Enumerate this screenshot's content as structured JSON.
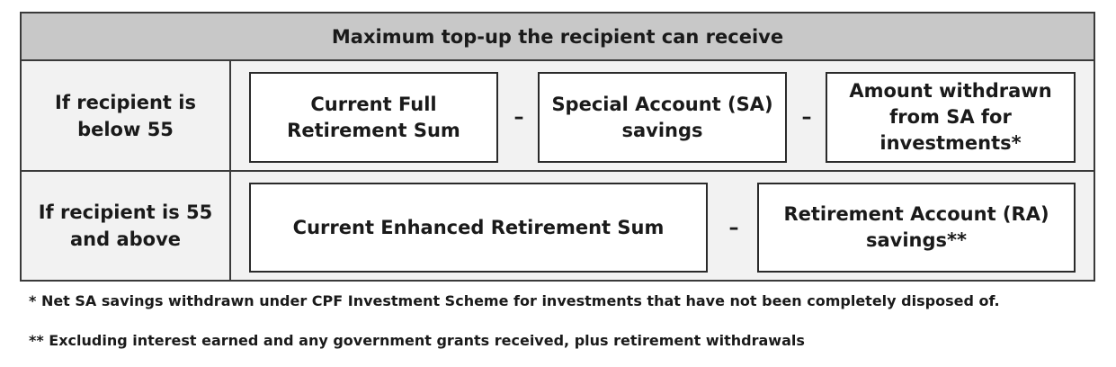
{
  "header": {
    "title": "Maximum top-up the recipient can receive"
  },
  "rows": [
    {
      "label": "If recipient is below 55",
      "terms": [
        "Current Full Retirement Sum",
        "Special Account (SA) savings",
        "Amount withdrawn from SA for investments*"
      ],
      "operators": [
        "–",
        "–"
      ]
    },
    {
      "label": "If recipient is 55 and above",
      "terms": [
        "Current Enhanced Retirement Sum",
        "Retirement Account (RA) savings**"
      ],
      "operators": [
        "–"
      ]
    }
  ],
  "footnotes": [
    "* Net SA savings withdrawn under CPF Investment Scheme for investments that have not been completely disposed of.",
    "** Excluding interest earned and any government grants received, plus retirement withdrawals"
  ]
}
